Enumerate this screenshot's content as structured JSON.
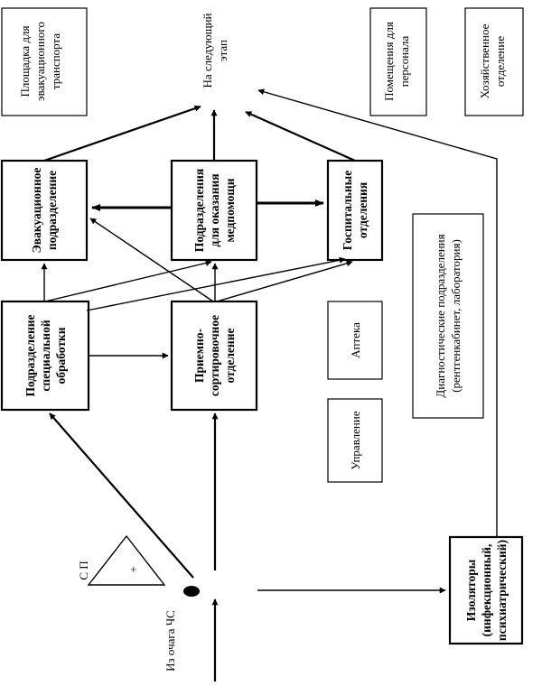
{
  "labels": {
    "next_stage": [
      "На следующий",
      "этап"
    ],
    "from_source": "Из очага ЧС",
    "sp": "С П",
    "plus": "+"
  },
  "boxes": {
    "transport_area": [
      "Площадка для",
      "эвакуационного",
      "транспорта"
    ],
    "staff_rooms": [
      "Помещения для",
      "персонала"
    ],
    "household": [
      "Хозяйственное",
      "отделение"
    ],
    "evacuation": [
      "Эвакуационное",
      "подразделение"
    ],
    "medical_help": [
      "Подразделения",
      "для оказания",
      "медпомощи"
    ],
    "hospital": [
      "Госпитальные",
      "отделения"
    ],
    "diagnostics": [
      "Диагностические подразделения",
      "(рентгенкабинет, лаборатория)"
    ],
    "special_processing": [
      "Подразделение",
      "специальной",
      "обработки"
    ],
    "reception": [
      "Приемно-",
      "сортировочное",
      "отделение"
    ],
    "pharmacy": [
      "Аптека"
    ],
    "management": [
      "Управление"
    ],
    "isolators": [
      "Изоляторы",
      "(инфекционный,",
      "психиатрический)"
    ]
  }
}
